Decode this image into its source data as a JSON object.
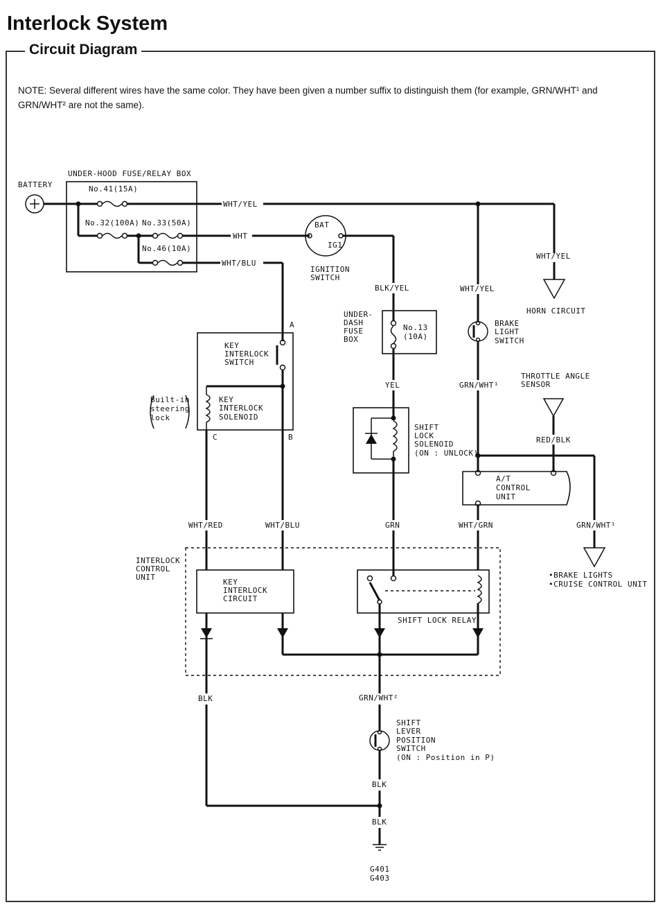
{
  "header": {
    "title": "Interlock System",
    "subtitle": "Circuit Diagram"
  },
  "note": "NOTE:  Several different wires have the same color. They have been given a number suffix to distinguish them (for example, GRN/WHT¹ and GRN/WHT² are not the same).",
  "labels": {
    "battery": "BATTERY",
    "fuse_box": "UNDER-HOOD FUSE/RELAY BOX",
    "fuse41": "No.41(15A)",
    "fuse32": "No.32(100A)",
    "fuse33": "No.33(50A)",
    "fuse46": "No.46(10A)",
    "wire_wht_yel_top": "WHT/YEL",
    "wire_wht": "WHT",
    "wire_wht_blu_top": "WHT/BLU",
    "ign_bat": "BAT",
    "ign_ig1": "IG1",
    "ignition_switch_1": "IGNITION",
    "ignition_switch_2": "SWITCH",
    "wire_blk_yel": "BLK/YEL",
    "underdash_1": "UNDER-",
    "underdash_2": "DASH",
    "underdash_3": "FUSE",
    "underdash_4": "BOX",
    "fuse13_1": "No.13",
    "fuse13_2": "(10A)",
    "wire_yel": "YEL",
    "shift_lock_sol_1": "SHIFT",
    "shift_lock_sol_2": "LOCK",
    "shift_lock_sol_3": "SOLENOID",
    "shift_lock_sol_4": "(ON : UNLOCK)",
    "wire_grn": "GRN",
    "key_sw_1": "KEY",
    "key_sw_2": "INTERLOCK",
    "key_sw_3": "SWITCH",
    "key_sol_1": "KEY",
    "key_sol_2": "INTERLOCK",
    "key_sol_3": "SOLENOID",
    "steering_1": "Built-in",
    "steering_2": "steering",
    "steering_3": "lock",
    "term_a": "A",
    "term_b": "B",
    "term_c": "C",
    "wire_wht_red": "WHT/RED",
    "wire_wht_blu_mid": "WHT/BLU",
    "wire_wht_yel_right": "WHT/YEL",
    "horn_circuit": "HORN CIRCUIT",
    "wire_wht_yel_mid": "WHT/YEL",
    "brake_sw_1": "BRAKE",
    "brake_sw_2": "LIGHT",
    "brake_sw_3": "SWITCH",
    "wire_grn_wht1": "GRN/WHT¹",
    "throttle_1": "THROTTLE ANGLE",
    "throttle_2": "SENSOR",
    "wire_red_blk": "RED/BLK",
    "at_unit_1": "A/T",
    "at_unit_2": "CONTROL",
    "at_unit_3": "UNIT",
    "wire_wht_grn": "WHT/GRN",
    "wire_grn_wht1_b": "GRN/WHT¹",
    "brake_lights": "•BRAKE LIGHTS",
    "cruise_unit": "•CRUISE CONTROL UNIT",
    "icu_1": "INTERLOCK",
    "icu_2": "CONTROL",
    "icu_3": "UNIT",
    "kic_1": "KEY",
    "kic_2": "INTERLOCK",
    "kic_3": "CIRCUIT",
    "shift_lock_relay": "SHIFT LOCK RELAY",
    "wire_blk_left": "BLK",
    "wire_grn_wht2": "GRN/WHT²",
    "slps_1": "SHIFT",
    "slps_2": "LEVER",
    "slps_3": "POSITION",
    "slps_4": "SWITCH",
    "slps_5": "(ON : Position in P)",
    "wire_blk_mid": "BLK",
    "wire_blk_low": "BLK",
    "ground_1": "G401",
    "ground_2": "G403"
  }
}
